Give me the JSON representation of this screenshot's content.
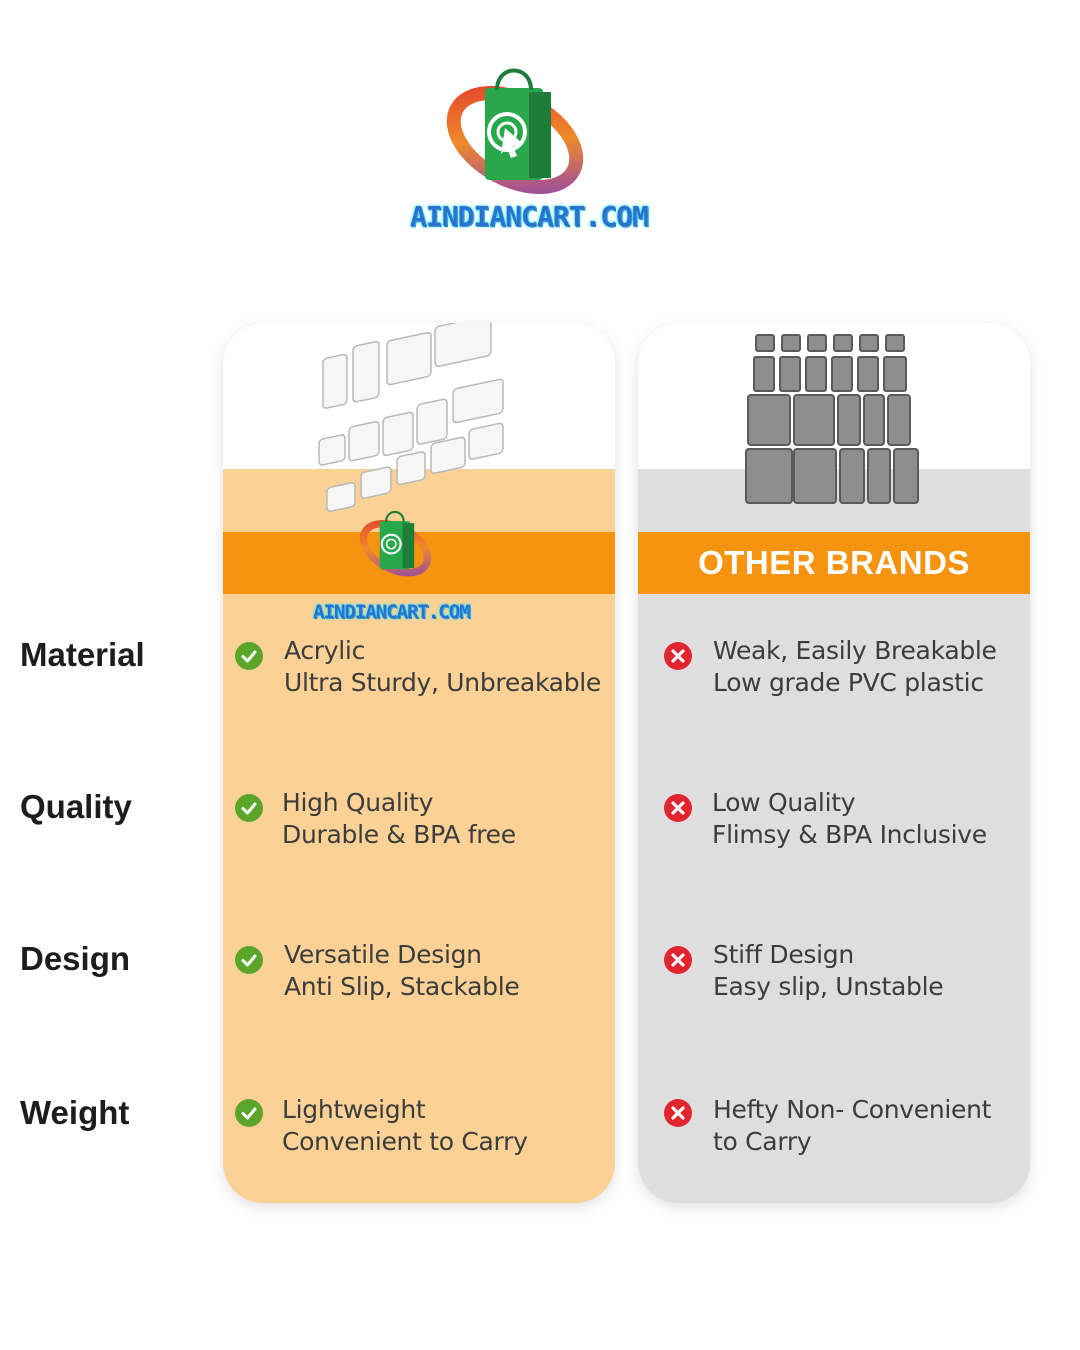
{
  "brand": {
    "wordmark": "AINDIANCART.COM"
  },
  "columns": {
    "ours": {
      "header": ""
    },
    "other": {
      "header": "OTHER BRANDS"
    }
  },
  "rows": [
    {
      "label": "Material",
      "ours": [
        "Acrylic",
        "Ultra Sturdy, Unbreakable"
      ],
      "other": [
        "Weak, Easily Breakable",
        "Low grade PVC plastic"
      ]
    },
    {
      "label": "Quality",
      "ours": [
        "High Quality",
        "Durable & BPA free"
      ],
      "other": [
        "Low Quality",
        "Flimsy & BPA Inclusive"
      ]
    },
    {
      "label": "Design",
      "ours": [
        "Versatile Design",
        "Anti Slip, Stackable"
      ],
      "other": [
        "Stiff Design",
        "Easy slip, Unstable"
      ]
    },
    {
      "label": "Weight",
      "ours": [
        "Lightweight",
        "Convenient to Carry"
      ],
      "other": [
        "Hefty Non- Convenient",
        "to Carry"
      ]
    }
  ],
  "icons": {
    "ours_row": "check-circle-icon",
    "other_row": "x-circle-icon"
  },
  "colors": {
    "accent_orange": "#f7940f",
    "ours_bg": "#fbd196",
    "other_bg": "#dedede",
    "check_green": "#5aa52a",
    "cross_red": "#e2242c"
  }
}
